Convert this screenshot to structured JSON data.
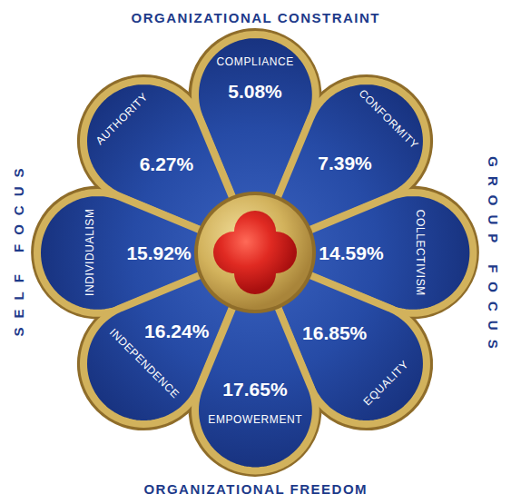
{
  "diagram": {
    "nodes": [
      {
        "text": [
          "COMPLIANCE",
          "5.08%"
        ]
      },
      {
        "text": [
          "AUTHORITY",
          "6.27%"
        ]
      },
      {
        "text": [
          "CONFORMITY",
          "7.39%"
        ]
      },
      {
        "text": [
          "INDIVIDUALISM",
          "15.92%"
        ]
      },
      {
        "text": [
          "COLLECTIVISM",
          "14.59%"
        ]
      },
      {
        "text": [
          "INDEPENDENCE",
          "16.24%"
        ]
      },
      {
        "text": [
          "EQUALITY",
          "16.85%"
        ]
      },
      {
        "text": [
          "EMPOWERMENT",
          "17.65%"
        ]
      }
    ],
    "labels": [
      "ORGANIZATIONAL CONSTRAINT",
      "SELF FOCUS",
      "GROUP FOCUS",
      "ORGANIZATIONAL FREEDOM"
    ]
  }
}
